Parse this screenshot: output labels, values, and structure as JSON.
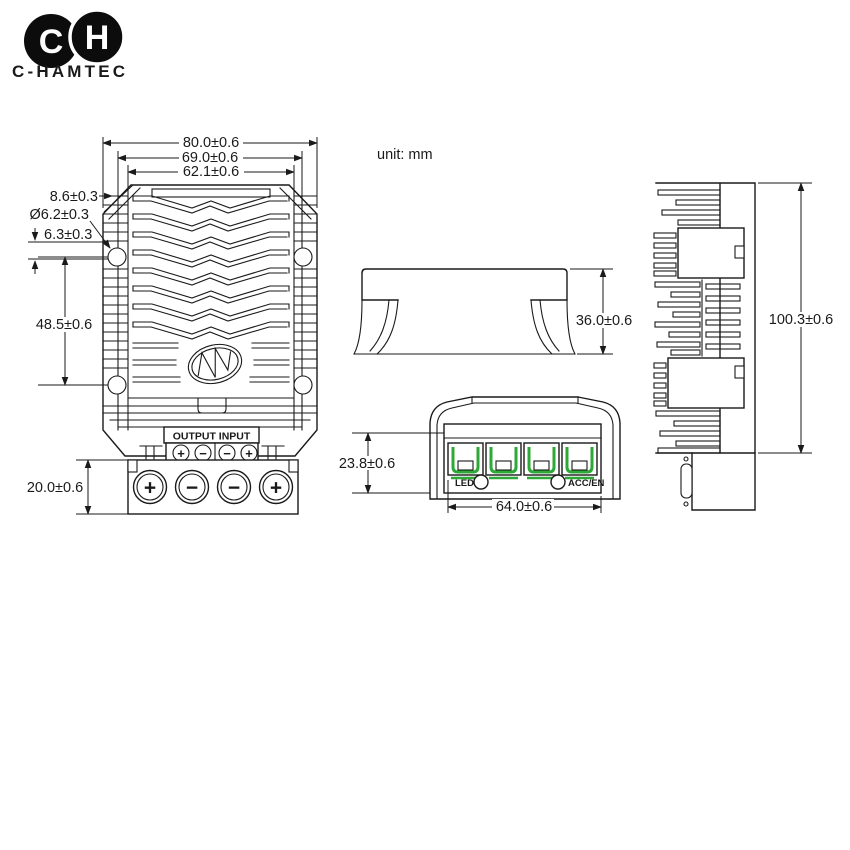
{
  "brand": {
    "logo_left": "C",
    "logo_right": "H",
    "name": "C-HAMTEC"
  },
  "note": {
    "unit": "unit: mm"
  },
  "front_view": {
    "dims": {
      "overall_width": "80.0±0.6",
      "body_width": "69.0±0.6",
      "fin_width": "62.1±0.6",
      "corner_chamfer": "8.6±0.3",
      "slot_diameter": "Ø6.2±0.3",
      "slot_edge_offset": "6.3±0.3",
      "slot_spacing": "48.5±0.6",
      "terminal_block_height": "20.0±0.6"
    },
    "labels": {
      "terminals": "OUTPUT INPUT"
    },
    "polarity": [
      "+",
      "−",
      "−",
      "+"
    ]
  },
  "side_view": {
    "dims": {
      "body_height": "36.0±0.6"
    }
  },
  "bottom_view": {
    "dims": {
      "face_height": "23.8±0.6",
      "face_width": "64.0±0.6"
    },
    "labels": {
      "led": "LED",
      "acc_en": "ACC/EN"
    }
  },
  "profile_view": {
    "dims": {
      "overall_length": "100.3±0.6"
    }
  },
  "colors": {
    "line": "#1a1a1a",
    "terminal_green": "#2ea836",
    "logo_black": "#0c0c0c"
  }
}
